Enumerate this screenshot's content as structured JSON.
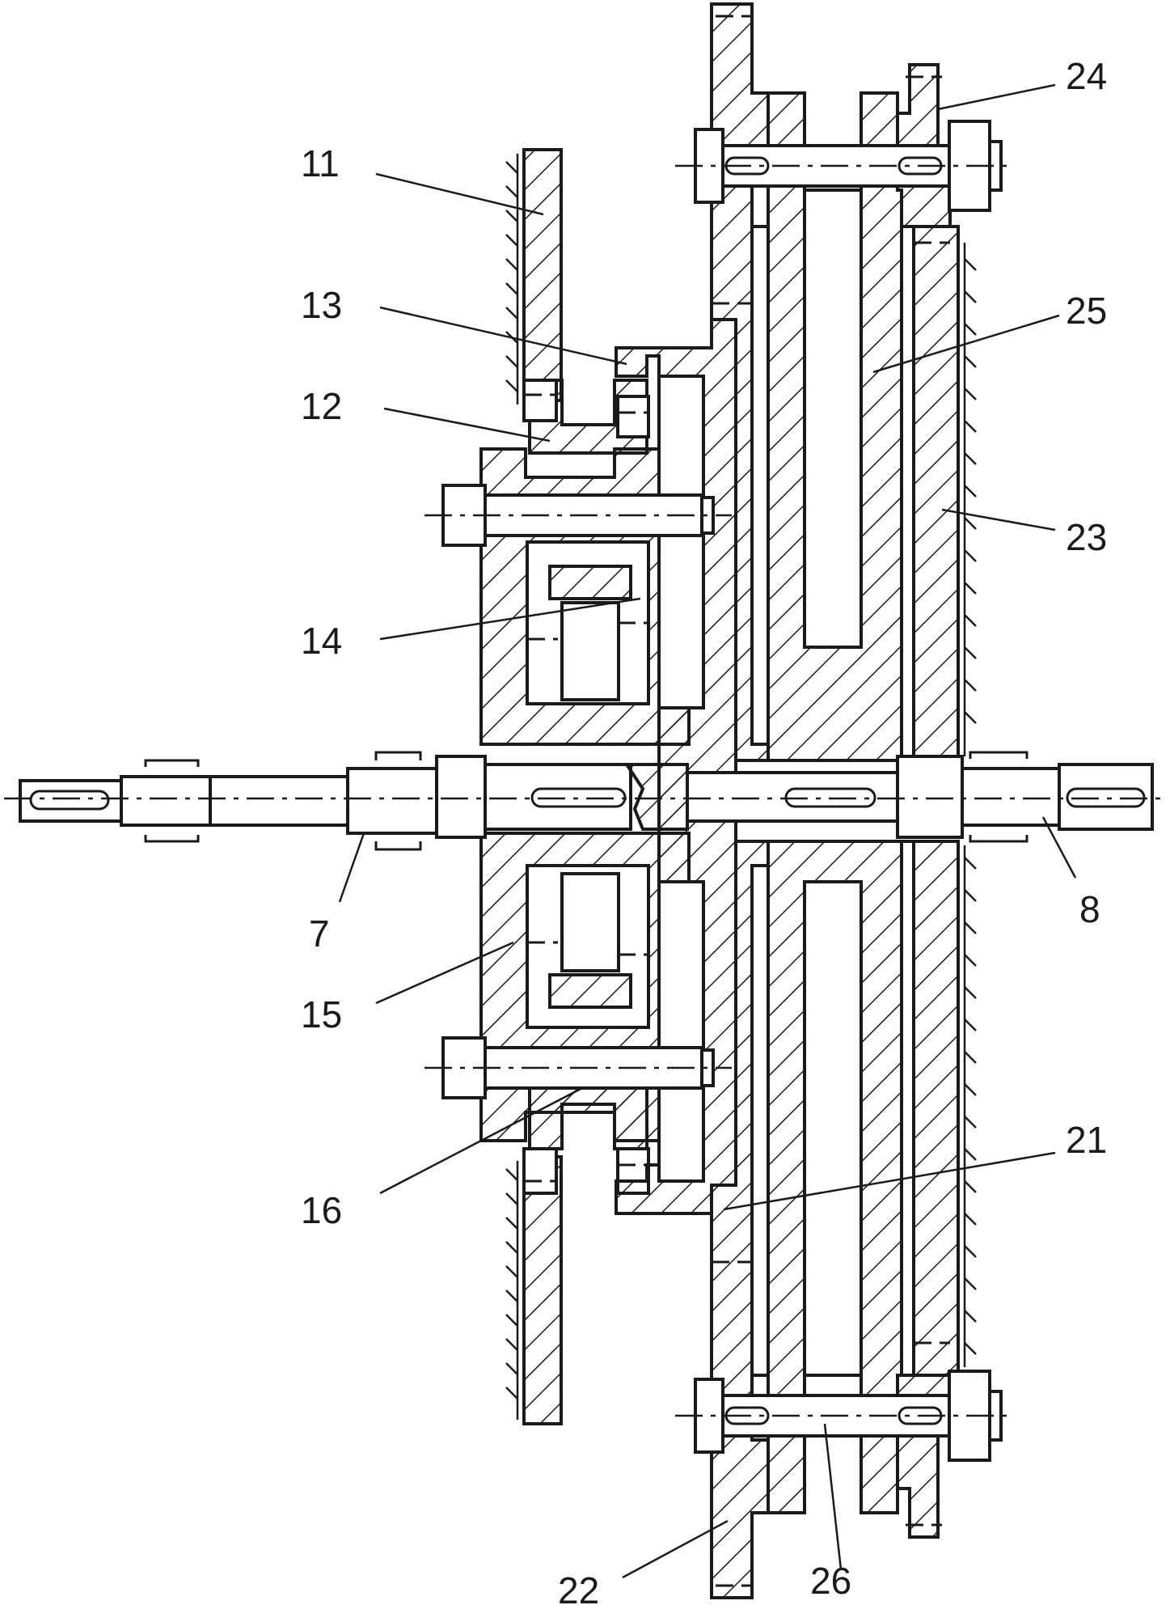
{
  "labels": {
    "p11": "11",
    "p12": "12",
    "p13": "13",
    "p14": "14",
    "p15": "15",
    "p16": "16",
    "p7": "7",
    "p8": "8",
    "p21": "21",
    "p22": "22",
    "p23": "23",
    "p24": "24",
    "p25": "25",
    "p26": "26"
  }
}
